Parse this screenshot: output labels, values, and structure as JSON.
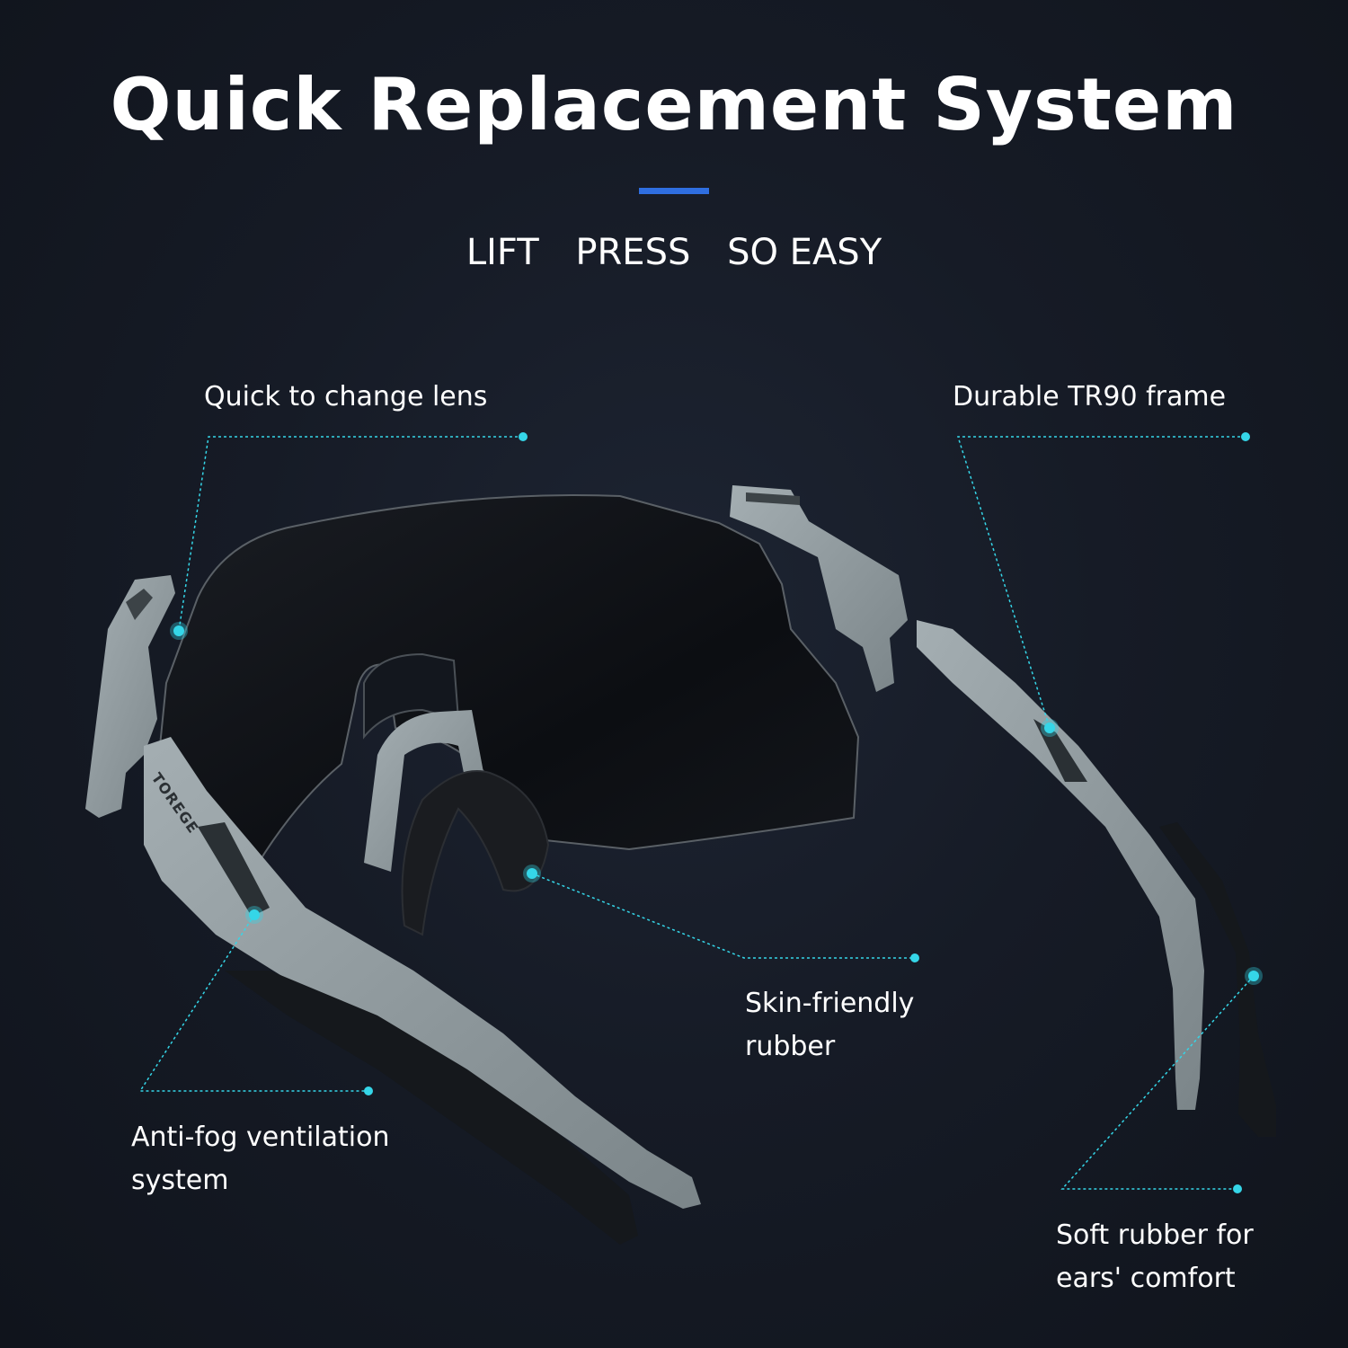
{
  "header": {
    "title": "Quick Replacement System",
    "steps": [
      "LIFT",
      "PRESS",
      "SO EASY"
    ]
  },
  "callouts": {
    "lens": [
      "Quick to change lens"
    ],
    "frame": [
      "Durable TR90 frame"
    ],
    "rubber": [
      "Skin-friendly",
      "rubber"
    ],
    "ventilation": [
      "Anti-fog ventilation",
      "system"
    ],
    "ears": [
      "Soft rubber for",
      "ears' comfort"
    ]
  },
  "product": {
    "brand": "TOREGE"
  },
  "colors": {
    "background": "#161b26",
    "accent": "#2f6ee0",
    "marker": "#35d6e8",
    "frame": "#8f9a9e",
    "lens": "#0d0f13"
  }
}
